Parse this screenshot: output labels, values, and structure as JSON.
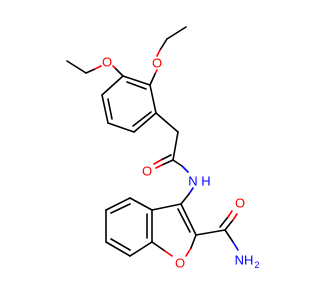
{
  "figure": {
    "type": "chemical-structure",
    "colors": {
      "bond": "#000000",
      "oxygen": "#ff0000",
      "nitrogen": "#0000ff",
      "background": "#ffffff"
    }
  },
  "atoms": {
    "ether_oxygen_1": {
      "element": "O",
      "label": "O"
    },
    "ether_oxygen_2": {
      "element": "O",
      "label": "O"
    },
    "amide_oxygen_1": {
      "element": "O",
      "label": "O"
    },
    "amide_nitrogen_1": {
      "element": "N",
      "label": "NH",
      "main": "N",
      "h": "H"
    },
    "amide_oxygen_2": {
      "element": "O",
      "label": "O"
    },
    "amine_nitrogen": {
      "element": "N",
      "label": "NH2",
      "main": "NH",
      "sub": "2"
    },
    "furan_oxygen": {
      "element": "O",
      "label": "O"
    }
  }
}
